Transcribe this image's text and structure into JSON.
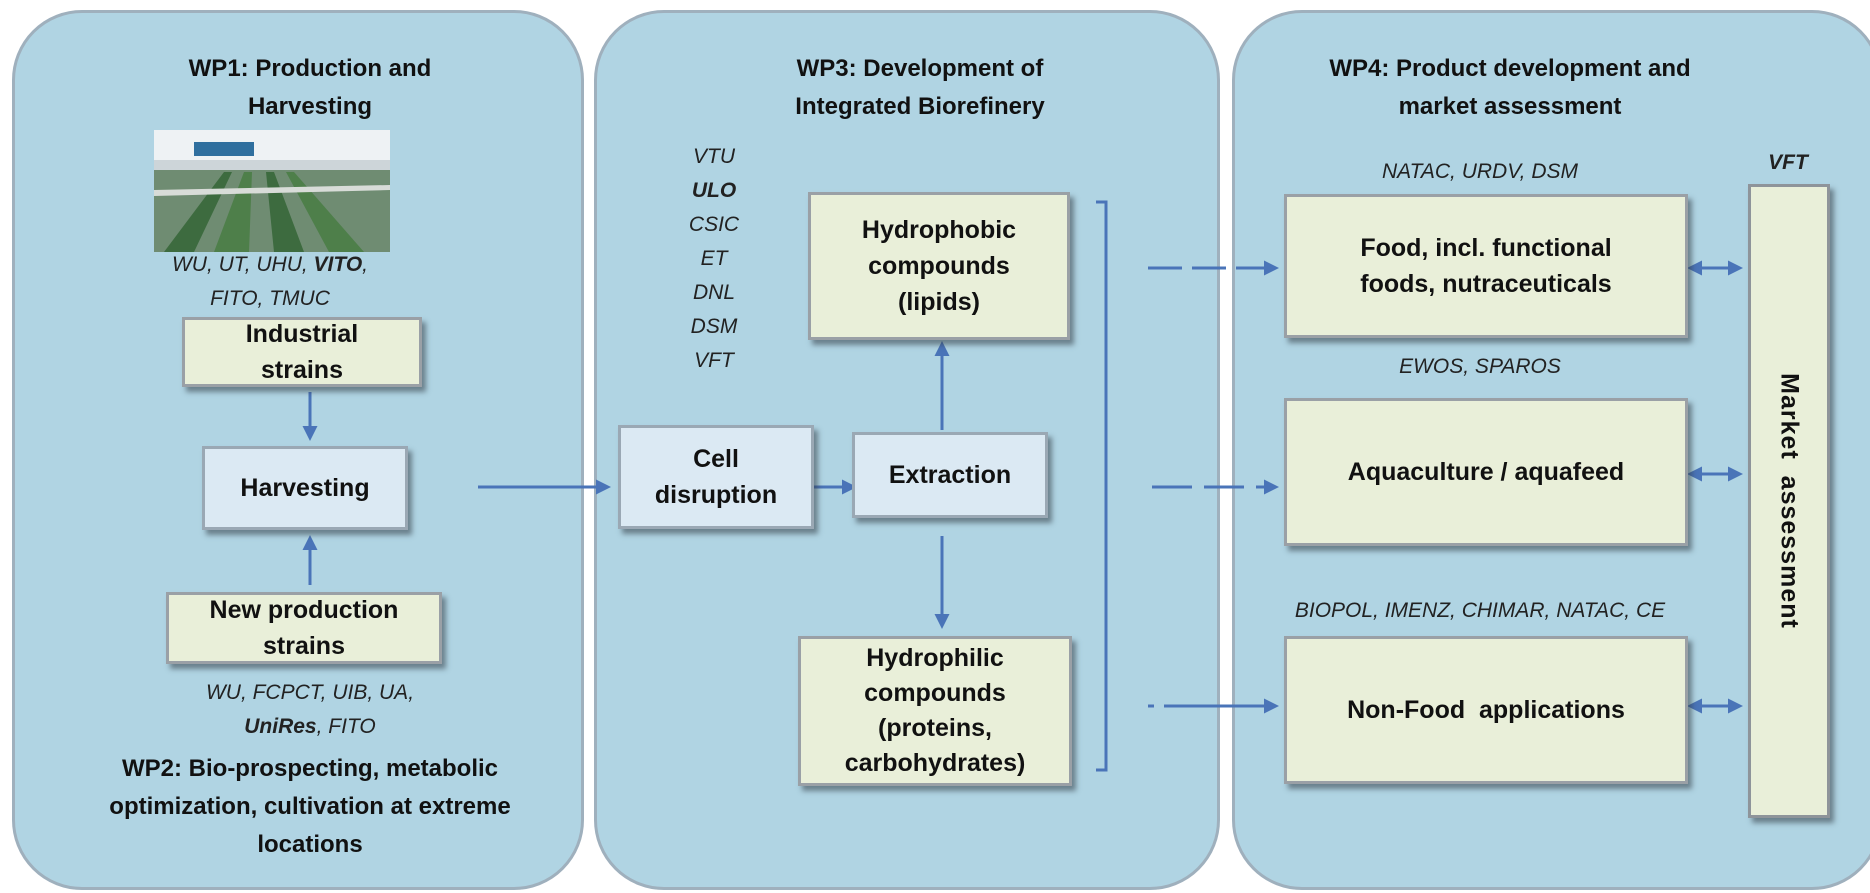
{
  "colors": {
    "panel_bg": "#b0d4e3",
    "green_box": "#e9efd9",
    "blue_box": "#dbe9f3",
    "arrow": "#4a74b8"
  },
  "wp1": {
    "title_line1": "WP1: Production and",
    "title_line2": "Harvesting",
    "partners_line1_prefix": "WU, UT, UHU, ",
    "partners_line1_bold": "VITO",
    "partners_line1_suffix": ",",
    "partners_line2": "FITO, TMUC",
    "industrial_strains": "Industrial strains",
    "harvesting": "Harvesting",
    "new_strains": "New production strains"
  },
  "wp2": {
    "partners_line1": "WU, FCPCT, UIB, UA,",
    "partners_line2_bold": "UniRes",
    "partners_line2_suffix": ", FITO",
    "title_line1": "WP2: Bio-prospecting, metabolic",
    "title_line2": "optimization, cultivation at extreme",
    "title_line3": "locations"
  },
  "wp3": {
    "title_line1": "WP3: Development of",
    "title_line2": "Integrated Biorefinery",
    "partners": [
      "VTU",
      "ULO",
      "CSIC",
      "ET",
      "DNL",
      "DSM",
      "VFT"
    ],
    "cell_disruption": "Cell disruption",
    "extraction": "Extraction",
    "hydrophobic": "Hydrophobic compounds (lipids)",
    "hydrophilic": "Hydrophilic compounds (proteins, carbohydrates)"
  },
  "wp4": {
    "title_line1": "WP4: Product development and",
    "title_line2": "market assessment",
    "food_partners": "NATAC, URDV, DSM",
    "food": "Food, incl. functional foods, nutraceuticals",
    "aqua_partners": "EWOS, SPAROS",
    "aqua": "Aquaculture / aquafeed",
    "nonfood_partners": "BIOPOL, IMENZ, CHIMAR, NATAC, CE",
    "nonfood": "Non-Food  applications",
    "market_partner": "VFT",
    "market": "Market  assessment"
  }
}
